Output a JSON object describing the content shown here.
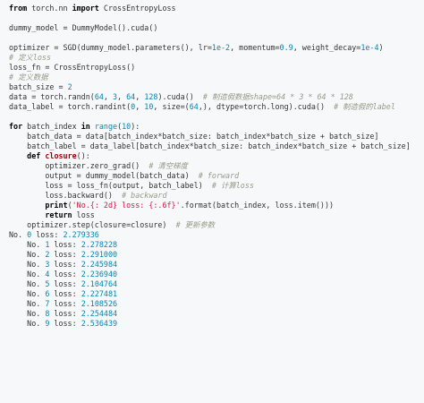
{
  "lines": [
    {
      "kind": "code",
      "parts": [
        {
          "c": "kw",
          "t": "from"
        },
        {
          "c": "",
          "t": " torch.nn "
        },
        {
          "c": "kw",
          "t": "import"
        },
        {
          "c": "",
          "t": " CrossEntropyLoss"
        }
      ]
    },
    {
      "kind": "blank"
    },
    {
      "kind": "code",
      "parts": [
        {
          "c": "",
          "t": "dummy_model = DummyModel().cuda()"
        }
      ]
    },
    {
      "kind": "blank"
    },
    {
      "kind": "code",
      "parts": [
        {
          "c": "",
          "t": "optimizer = SGD(dummy_model.parameters(), lr="
        },
        {
          "c": "num",
          "t": "1e-2"
        },
        {
          "c": "",
          "t": ", momentum="
        },
        {
          "c": "num",
          "t": "0.9"
        },
        {
          "c": "",
          "t": ", weight_decay="
        },
        {
          "c": "num",
          "t": "1e-4"
        },
        {
          "c": "",
          "t": ")"
        }
      ]
    },
    {
      "kind": "code",
      "parts": [
        {
          "c": "cm",
          "t": "# 定义loss"
        }
      ]
    },
    {
      "kind": "code",
      "parts": [
        {
          "c": "",
          "t": "loss_fn = CrossEntropyLoss()"
        }
      ]
    },
    {
      "kind": "code",
      "parts": [
        {
          "c": "cm",
          "t": "# 定义数据"
        }
      ]
    },
    {
      "kind": "code",
      "parts": [
        {
          "c": "",
          "t": "batch_size = "
        },
        {
          "c": "num",
          "t": "2"
        }
      ]
    },
    {
      "kind": "code",
      "parts": [
        {
          "c": "",
          "t": "data = torch.randn("
        },
        {
          "c": "num",
          "t": "64"
        },
        {
          "c": "",
          "t": ", "
        },
        {
          "c": "num",
          "t": "3"
        },
        {
          "c": "",
          "t": ", "
        },
        {
          "c": "num",
          "t": "64"
        },
        {
          "c": "",
          "t": ", "
        },
        {
          "c": "num",
          "t": "128"
        },
        {
          "c": "",
          "t": ").cuda()  "
        },
        {
          "c": "cm",
          "t": "# 制造假数据shape=64 * 3 * 64 * 128"
        }
      ]
    },
    {
      "kind": "code",
      "parts": [
        {
          "c": "",
          "t": "data_label = torch.randint("
        },
        {
          "c": "num",
          "t": "0"
        },
        {
          "c": "",
          "t": ", "
        },
        {
          "c": "num",
          "t": "10"
        },
        {
          "c": "",
          "t": ", size=("
        },
        {
          "c": "num",
          "t": "64"
        },
        {
          "c": "",
          "t": ",), dtype=torch.long).cuda()  "
        },
        {
          "c": "cm",
          "t": "# 制造假的label"
        }
      ]
    },
    {
      "kind": "blank"
    },
    {
      "kind": "code",
      "parts": [
        {
          "c": "kw",
          "t": "for"
        },
        {
          "c": "",
          "t": " batch_index "
        },
        {
          "c": "kw",
          "t": "in"
        },
        {
          "c": "",
          "t": " "
        },
        {
          "c": "bi",
          "t": "range"
        },
        {
          "c": "",
          "t": "("
        },
        {
          "c": "num",
          "t": "10"
        },
        {
          "c": "",
          "t": "):"
        }
      ]
    },
    {
      "kind": "code",
      "parts": [
        {
          "c": "",
          "t": "    batch_data = data[batch_index*batch_size: batch_index*batch_size + batch_size]"
        }
      ]
    },
    {
      "kind": "code",
      "parts": [
        {
          "c": "",
          "t": "    batch_label = data_label[batch_index*batch_size: batch_index*batch_size + batch_size]"
        }
      ]
    },
    {
      "kind": "code",
      "parts": [
        {
          "c": "",
          "t": "    "
        },
        {
          "c": "kw",
          "t": "def"
        },
        {
          "c": "",
          "t": " "
        },
        {
          "c": "fn",
          "t": "closure"
        },
        {
          "c": "",
          "t": "():"
        }
      ]
    },
    {
      "kind": "code",
      "parts": [
        {
          "c": "",
          "t": "        optimizer.zero_grad()  "
        },
        {
          "c": "cm",
          "t": "# 清空梯度"
        }
      ]
    },
    {
      "kind": "code",
      "parts": [
        {
          "c": "",
          "t": "        output = dummy_model(batch_data)  "
        },
        {
          "c": "cm",
          "t": "# forward"
        }
      ]
    },
    {
      "kind": "code",
      "parts": [
        {
          "c": "",
          "t": "        loss = loss_fn(output, batch_label)  "
        },
        {
          "c": "cm",
          "t": "# 计算loss"
        }
      ]
    },
    {
      "kind": "code",
      "parts": [
        {
          "c": "",
          "t": "        loss.backward()  "
        },
        {
          "c": "cm",
          "t": "# backward"
        }
      ]
    },
    {
      "kind": "code",
      "parts": [
        {
          "c": "",
          "t": "        "
        },
        {
          "c": "kw",
          "t": "print"
        },
        {
          "c": "",
          "t": "("
        },
        {
          "c": "str",
          "t": "'No.{: 2d} loss: {:.6f}'"
        },
        {
          "c": "",
          "t": ".format(batch_index, loss.item()))"
        }
      ]
    },
    {
      "kind": "code",
      "parts": [
        {
          "c": "",
          "t": "        "
        },
        {
          "c": "kw",
          "t": "return"
        },
        {
          "c": "",
          "t": " loss"
        }
      ]
    },
    {
      "kind": "code",
      "parts": [
        {
          "c": "",
          "t": "    optimizer.step(closure=closure)  "
        },
        {
          "c": "cm",
          "t": "# 更新参数"
        }
      ]
    },
    {
      "kind": "out",
      "parts": [
        {
          "c": "out",
          "t": "No. "
        },
        {
          "c": "outnum",
          "t": "0"
        },
        {
          "c": "out",
          "t": " loss: "
        },
        {
          "c": "outnum",
          "t": "2.279336"
        }
      ]
    },
    {
      "kind": "out",
      "parts": [
        {
          "c": "out",
          "t": "    No. "
        },
        {
          "c": "outnum",
          "t": "1"
        },
        {
          "c": "out",
          "t": " loss: "
        },
        {
          "c": "outnum",
          "t": "2.278228"
        }
      ]
    },
    {
      "kind": "out",
      "parts": [
        {
          "c": "out",
          "t": "    No. "
        },
        {
          "c": "outnum",
          "t": "2"
        },
        {
          "c": "out",
          "t": " loss: "
        },
        {
          "c": "outnum",
          "t": "2.291000"
        }
      ]
    },
    {
      "kind": "out",
      "parts": [
        {
          "c": "out",
          "t": "    No. "
        },
        {
          "c": "outnum",
          "t": "3"
        },
        {
          "c": "out",
          "t": " loss: "
        },
        {
          "c": "outnum",
          "t": "2.245984"
        }
      ]
    },
    {
      "kind": "out",
      "parts": [
        {
          "c": "out",
          "t": "    No. "
        },
        {
          "c": "outnum",
          "t": "4"
        },
        {
          "c": "out",
          "t": " loss: "
        },
        {
          "c": "outnum",
          "t": "2.236940"
        }
      ]
    },
    {
      "kind": "out",
      "parts": [
        {
          "c": "out",
          "t": "    No. "
        },
        {
          "c": "outnum",
          "t": "5"
        },
        {
          "c": "out",
          "t": " loss: "
        },
        {
          "c": "outnum",
          "t": "2.104764"
        }
      ]
    },
    {
      "kind": "out",
      "parts": [
        {
          "c": "out",
          "t": "    No. "
        },
        {
          "c": "outnum",
          "t": "6"
        },
        {
          "c": "out",
          "t": " loss: "
        },
        {
          "c": "outnum",
          "t": "2.227481"
        }
      ]
    },
    {
      "kind": "out",
      "parts": [
        {
          "c": "out",
          "t": "    No. "
        },
        {
          "c": "outnum",
          "t": "7"
        },
        {
          "c": "out",
          "t": " loss: "
        },
        {
          "c": "outnum",
          "t": "2.108526"
        }
      ]
    },
    {
      "kind": "out",
      "parts": [
        {
          "c": "out",
          "t": "    No. "
        },
        {
          "c": "outnum",
          "t": "8"
        },
        {
          "c": "out",
          "t": " loss: "
        },
        {
          "c": "outnum",
          "t": "2.254484"
        }
      ]
    },
    {
      "kind": "out",
      "parts": [
        {
          "c": "out",
          "t": "    No. "
        },
        {
          "c": "outnum",
          "t": "9"
        },
        {
          "c": "out",
          "t": " loss: "
        },
        {
          "c": "outnum",
          "t": "2.536439"
        }
      ]
    }
  ]
}
